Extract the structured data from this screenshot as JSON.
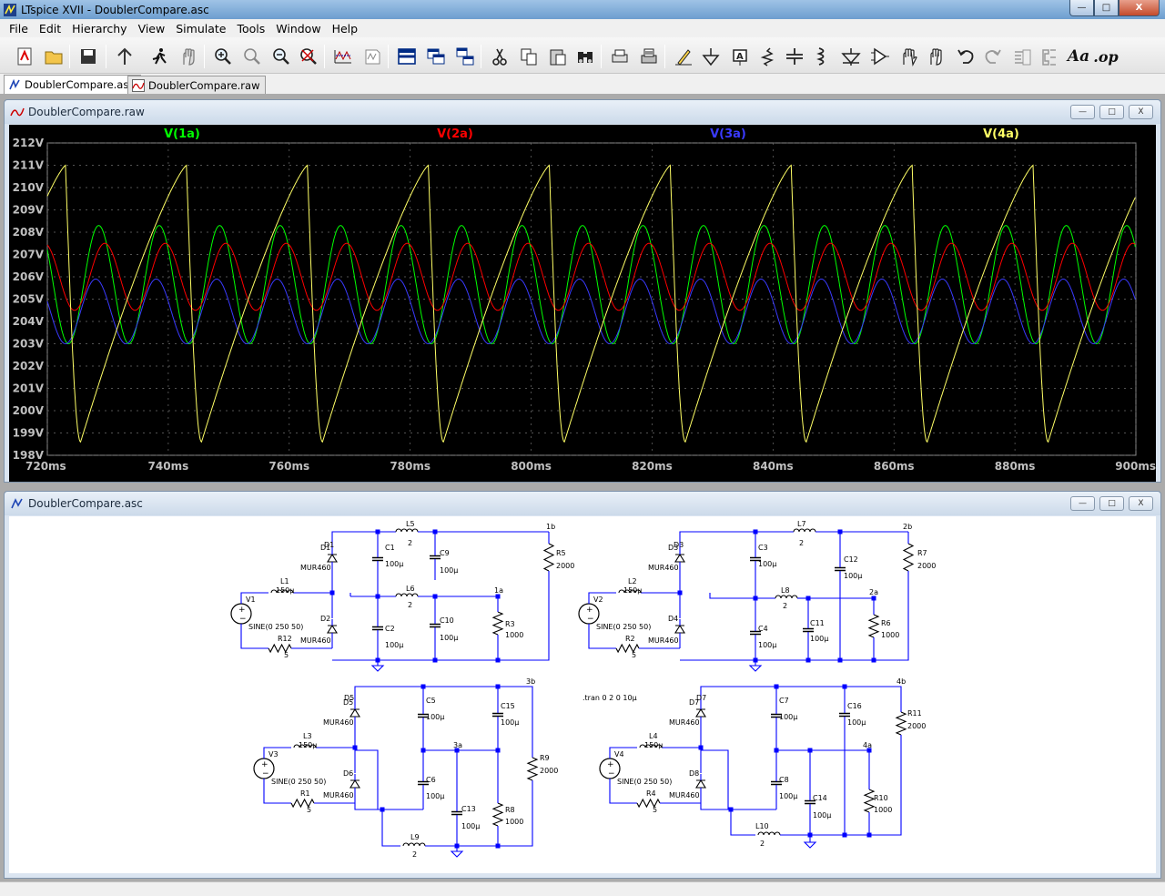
{
  "window": {
    "title": "LTspice XVII - DoublerCompare.asc",
    "minimize_glyph": "—",
    "maximize_glyph": "□",
    "close_glyph": "X"
  },
  "menu": [
    "File",
    "Edit",
    "Hierarchy",
    "View",
    "Simulate",
    "Tools",
    "Window",
    "Help"
  ],
  "toolbar": {
    "icons": [
      "new-schematic-icon",
      "open-icon",
      "save-icon",
      "control-panel-icon",
      "run-icon",
      "halt-icon",
      "zoom-in-icon",
      "zoom-area-icon",
      "zoom-out-icon",
      "zoom-fit-icon",
      "autorange-icon",
      "pick-traces-icon",
      "tile-horizontal-icon",
      "tile-vertical-icon",
      "cascade-icon",
      "cut-icon",
      "copy-icon",
      "paste-icon",
      "find-icon",
      "print-preview-icon",
      "print-icon",
      "draw-wire-icon",
      "ground-icon",
      "label-net-icon",
      "resistor-icon",
      "capacitor-icon",
      "inductor-icon",
      "diode-icon",
      "component-icon",
      "move-icon",
      "drag-icon",
      "undo-icon",
      "redo-icon",
      "rotate-icon",
      "mirror-icon",
      "text-icon",
      "spice-directive-icon"
    ],
    "text_label": "Aa",
    "op_label": ".op"
  },
  "tabs": [
    {
      "label": "DoublerCompare.asc",
      "active": true
    },
    {
      "label": "DoublerCompare.raw",
      "active": false
    }
  ],
  "plot_window": {
    "title": "DoublerCompare.raw",
    "min_glyph": "—",
    "max_glyph": "□",
    "close_glyph": "X"
  },
  "schematic_window": {
    "title": "DoublerCompare.asc",
    "min_glyph": "—",
    "max_glyph": "□",
    "close_glyph": "X"
  },
  "colors": {
    "v1a": "#00ff00",
    "v2a": "#ff0000",
    "v3a": "#3a3aff",
    "v4a": "#ffff66",
    "plot_bg": "#000000",
    "axis_text": "#c0c0c0",
    "wire": "#0000ff",
    "component": "#000000"
  },
  "chart_data": {
    "type": "line",
    "title": "",
    "xlabel": "",
    "ylabel": "",
    "xlim": [
      720,
      900
    ],
    "ylim": [
      198,
      212
    ],
    "x_unit": "ms",
    "y_unit": "V",
    "x_ticks": [
      "720ms",
      "740ms",
      "760ms",
      "780ms",
      "800ms",
      "820ms",
      "840ms",
      "860ms",
      "880ms",
      "900ms"
    ],
    "x_tick_values": [
      720,
      740,
      760,
      780,
      800,
      820,
      840,
      860,
      880,
      900
    ],
    "y_ticks": [
      "212V",
      "211V",
      "210V",
      "209V",
      "208V",
      "207V",
      "206V",
      "205V",
      "204V",
      "203V",
      "202V",
      "201V",
      "200V",
      "199V",
      "198V"
    ],
    "y_tick_values": [
      212,
      211,
      210,
      209,
      208,
      207,
      206,
      205,
      204,
      203,
      202,
      201,
      200,
      199,
      198
    ],
    "grid": true,
    "period_ms": 20,
    "series": [
      {
        "name": "V(1a)",
        "shape": "sine",
        "min": 203.0,
        "max": 208.3,
        "peak_at_ms": 728.5,
        "period_ms": 10
      },
      {
        "name": "V(2a)",
        "shape": "sine",
        "min": 204.5,
        "max": 207.5,
        "peak_at_ms": 729.5,
        "period_ms": 10
      },
      {
        "name": "V(3a)",
        "shape": "sine",
        "min": 203.0,
        "max": 205.9,
        "peak_at_ms": 728.0,
        "period_ms": 10
      },
      {
        "name": "V(4a)",
        "shape": "sawtooth",
        "min": 198.6,
        "max": 211.0,
        "peak_at_ms": 723.0,
        "trough_at_ms": 725.5,
        "period_ms": 20
      }
    ]
  },
  "schematic": {
    "directive": ".tran 0 2 0 10µ",
    "labels": {
      "D1": "D1",
      "D2": "D2",
      "D3": "D3",
      "D4": "D4",
      "D5": "D5",
      "D6": "D6",
      "D7": "D7",
      "D8": "D8",
      "C1": "C1",
      "C2": "C2",
      "C3": "C3",
      "C4": "C4",
      "C5": "C5",
      "C6": "C6",
      "C7": "C7",
      "C8": "C8",
      "C9": "C9",
      "C10": "C10",
      "C11": "C11",
      "C12": "C12",
      "C13": "C13",
      "C14": "C14",
      "C15": "C15",
      "C16": "C16",
      "L1": "L1",
      "L2": "L2",
      "L3": "L3",
      "L4": "L4",
      "L5": "L5",
      "L6": "L6",
      "L7": "L7",
      "L8": "L8",
      "L9": "L9",
      "L10": "L10",
      "R1": "R1",
      "R2": "R2",
      "R3": "R3",
      "R4": "R4",
      "R5": "R5",
      "R6": "R6",
      "R7": "R7",
      "R8": "R8",
      "R9": "R9",
      "R10": "R10",
      "R11": "R11",
      "R12": "R12",
      "V1": "V1",
      "V2": "V2",
      "V3": "V3",
      "V4": "V4",
      "MUR460": "MUR460",
      "100u": "100µ",
      "150u": "150µ",
      "two": "2",
      "five": "5",
      "r1000": "1000",
      "r2000": "2000",
      "sine": "SINE(0 250 50)",
      "n1a": "1a",
      "n1b": "1b",
      "n2a": "2a",
      "n2b": "2b",
      "n3a": "3a",
      "n3b": "3b",
      "n4a": "4a",
      "n4b": "4b"
    }
  }
}
